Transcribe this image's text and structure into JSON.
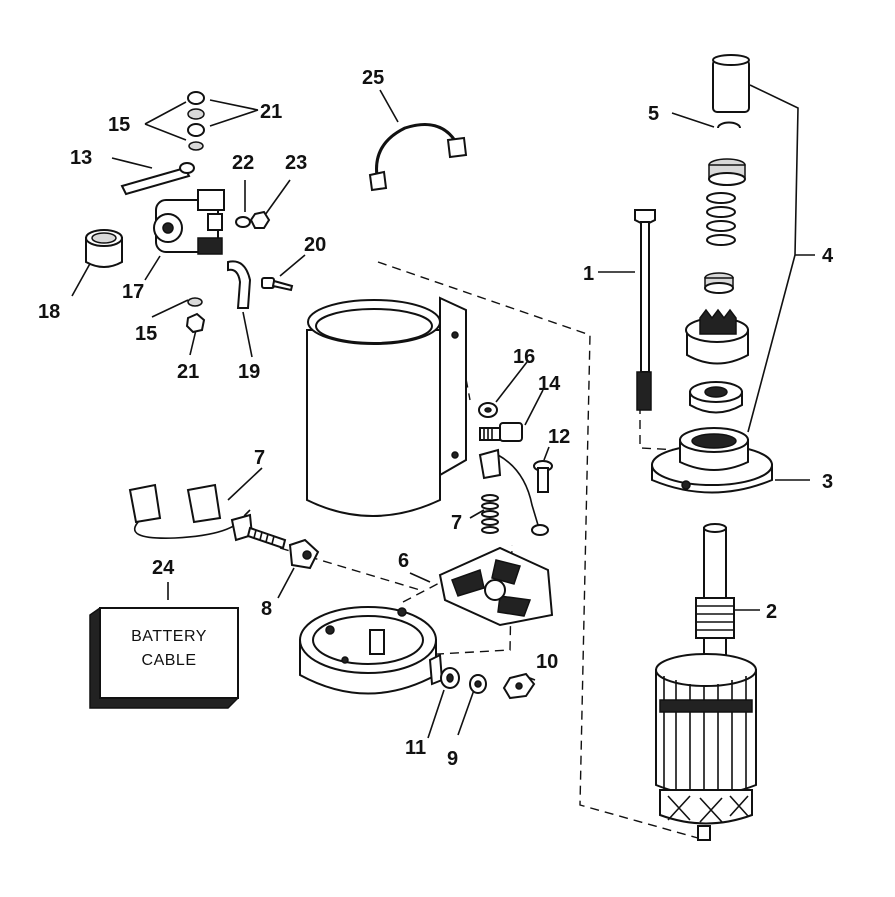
{
  "callouts": {
    "c1": "1",
    "c2": "2",
    "c3": "3",
    "c4": "4",
    "c5": "5",
    "c6": "6",
    "c7a": "7",
    "c7b": "7",
    "c8": "8",
    "c9": "9",
    "c10": "10",
    "c11": "11",
    "c12": "12",
    "c13": "13",
    "c14": "14",
    "c15a": "15",
    "c15b": "15",
    "c16": "16",
    "c17": "17",
    "c18": "18",
    "c19": "19",
    "c20": "20",
    "c21a": "21",
    "c21b": "21",
    "c22": "22",
    "c23": "23",
    "c24": "24",
    "c25": "25"
  },
  "battery_box": {
    "line1": "BATTERY",
    "line2": "CABLE"
  }
}
